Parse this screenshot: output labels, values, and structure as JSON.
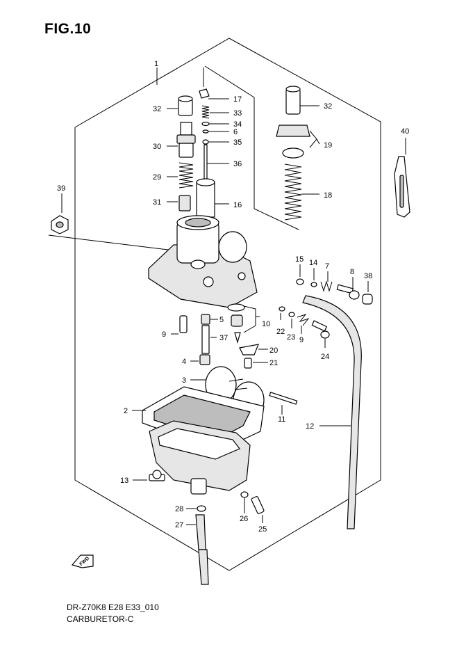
{
  "figure": {
    "title": "FIG.10",
    "code": "DR-Z70K8 E28 E33_010",
    "name": "CARBURETOR-C",
    "fwd_label": "FWD"
  },
  "callouts": [
    {
      "id": "c1",
      "text": "1"
    },
    {
      "id": "c2",
      "text": "2"
    },
    {
      "id": "c3",
      "text": "3"
    },
    {
      "id": "c4",
      "text": "4"
    },
    {
      "id": "c5",
      "text": "5"
    },
    {
      "id": "c6",
      "text": "6"
    },
    {
      "id": "c7",
      "text": "7"
    },
    {
      "id": "c8",
      "text": "8"
    },
    {
      "id": "c9a",
      "text": "9"
    },
    {
      "id": "c9b",
      "text": "9"
    },
    {
      "id": "c10",
      "text": "10"
    },
    {
      "id": "c11",
      "text": "11"
    },
    {
      "id": "c12",
      "text": "12"
    },
    {
      "id": "c13",
      "text": "13"
    },
    {
      "id": "c14",
      "text": "14"
    },
    {
      "id": "c15",
      "text": "15"
    },
    {
      "id": "c16",
      "text": "16"
    },
    {
      "id": "c17",
      "text": "17"
    },
    {
      "id": "c18",
      "text": "18"
    },
    {
      "id": "c19",
      "text": "19"
    },
    {
      "id": "c20",
      "text": "20"
    },
    {
      "id": "c21",
      "text": "21"
    },
    {
      "id": "c22",
      "text": "22"
    },
    {
      "id": "c23",
      "text": "23"
    },
    {
      "id": "c24",
      "text": "24"
    },
    {
      "id": "c25",
      "text": "25"
    },
    {
      "id": "c26",
      "text": "26"
    },
    {
      "id": "c27",
      "text": "27"
    },
    {
      "id": "c28",
      "text": "28"
    },
    {
      "id": "c29",
      "text": "29"
    },
    {
      "id": "c30",
      "text": "30"
    },
    {
      "id": "c31",
      "text": "31"
    },
    {
      "id": "c32a",
      "text": "32"
    },
    {
      "id": "c32b",
      "text": "32"
    },
    {
      "id": "c33",
      "text": "33"
    },
    {
      "id": "c34",
      "text": "34"
    },
    {
      "id": "c35",
      "text": "35"
    },
    {
      "id": "c36",
      "text": "36"
    },
    {
      "id": "c37",
      "text": "37"
    },
    {
      "id": "c38",
      "text": "38"
    },
    {
      "id": "c39",
      "text": "39"
    },
    {
      "id": "c40",
      "text": "40"
    }
  ]
}
